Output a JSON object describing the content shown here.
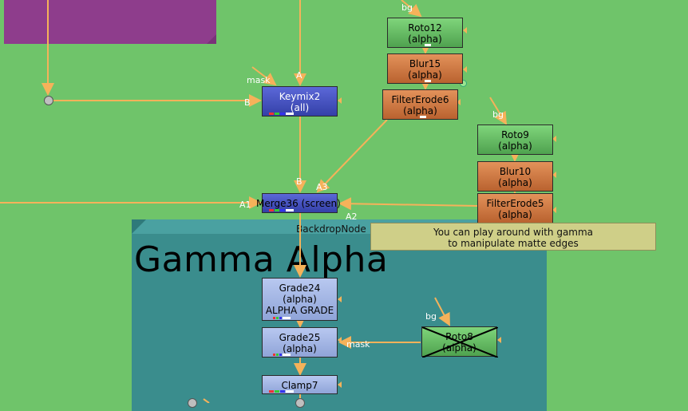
{
  "backdrops": {
    "teal_name": "BackdropNode",
    "teal_title": "Gamma Alpha"
  },
  "tooltip": {
    "line1": "You can play around with gamma",
    "line2": "to manipulate matte edges"
  },
  "nodes": {
    "roto12": {
      "name": "Roto12",
      "sub": "(alpha)"
    },
    "blur15": {
      "name": "Blur15",
      "sub": "(alpha)"
    },
    "filtererode6": {
      "name": "FilterErode6",
      "sub": "(alpha)"
    },
    "keymix2": {
      "name": "Keymix2",
      "sub": "(all)"
    },
    "roto9": {
      "name": "Roto9",
      "sub": "(alpha)"
    },
    "blur10": {
      "name": "Blur10",
      "sub": "(alpha)"
    },
    "filtererode5": {
      "name": "FilterErode5",
      "sub": "(alpha)"
    },
    "merge36": {
      "name": "Merge36 (screen)"
    },
    "grade24": {
      "name": "Grade24",
      "sub": "(alpha)",
      "label": "ALPHA GRADE"
    },
    "grade25": {
      "name": "Grade25",
      "sub": "(alpha)"
    },
    "roto8": {
      "name": "Roto8",
      "sub": "(alpha)"
    },
    "clamp7": {
      "name": "Clamp7"
    }
  },
  "pipes": {
    "bg_roto12": "bg",
    "mask_keymix": "mask",
    "a_keymix": "A",
    "b_keymix": "B",
    "bg_roto9": "bg",
    "b_merge": "B",
    "a3_merge": "A3",
    "a1_merge": "A1",
    "a2_merge": "A2",
    "bg_roto8": "bg",
    "mask_grade25": "mask"
  },
  "colors": {
    "pipe": "#f5b25a",
    "canvas": "#6fc46a"
  }
}
